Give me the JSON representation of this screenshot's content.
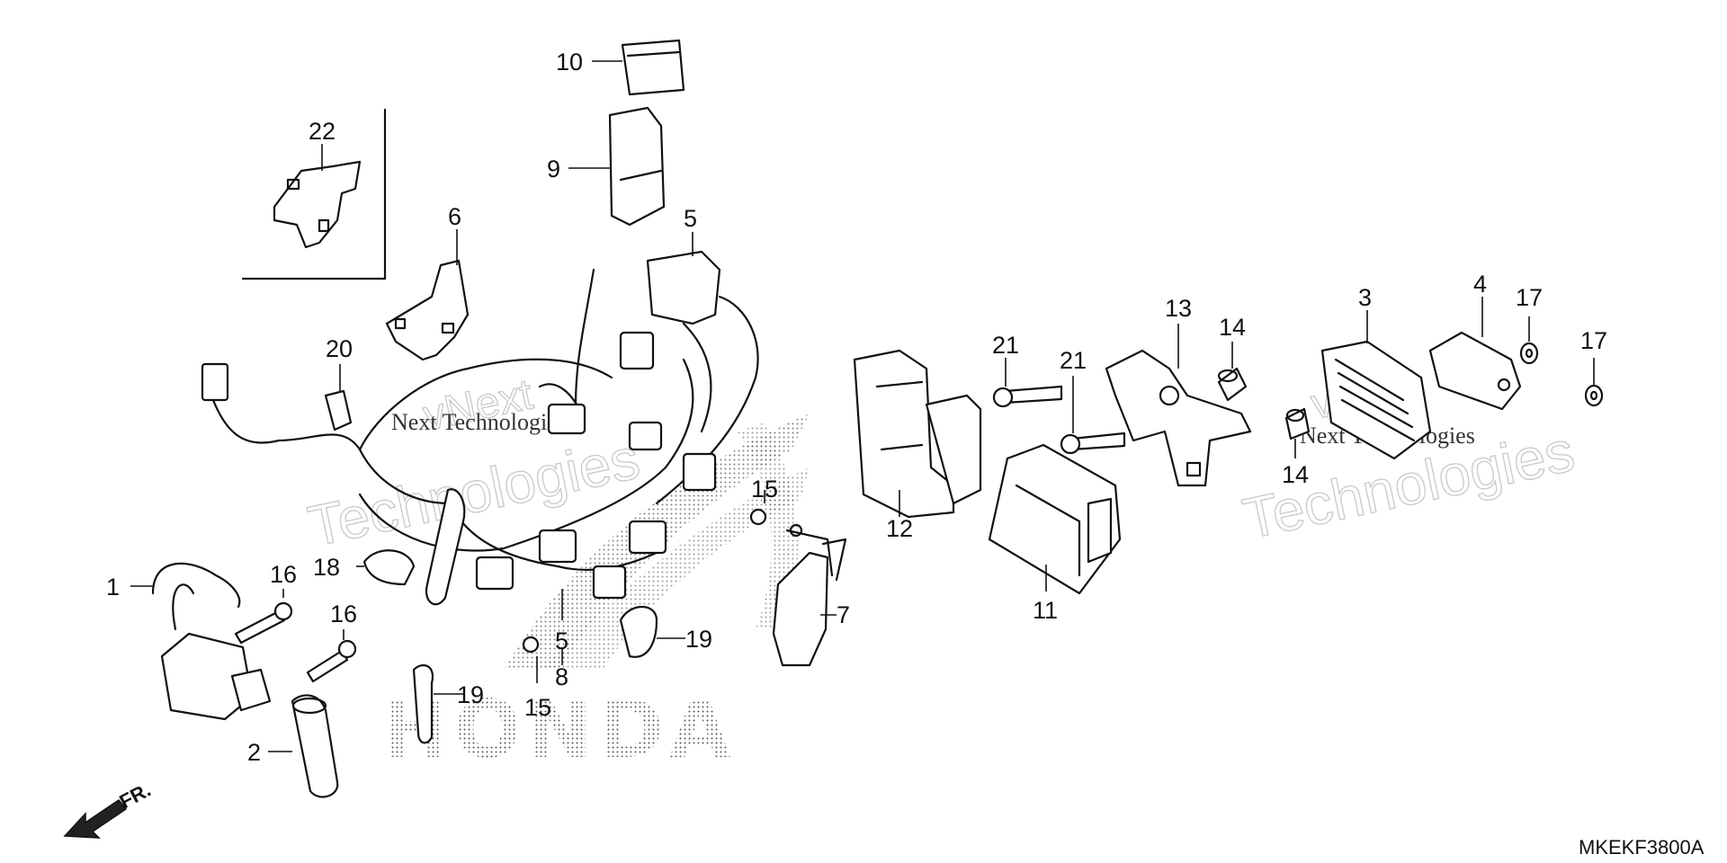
{
  "diagram": {
    "code": "MKEKF3800A",
    "direction_label": "FR.",
    "brand_mark": "HONDA",
    "watermarks": [
      {
        "brand": "vNext",
        "company": "Technologies"
      },
      {
        "brand": "vNext",
        "company": "Technologies"
      }
    ],
    "callouts": [
      {
        "id": "c1",
        "text": "1"
      },
      {
        "id": "c2",
        "text": "2"
      },
      {
        "id": "c3",
        "text": "3"
      },
      {
        "id": "c4",
        "text": "4"
      },
      {
        "id": "c5a",
        "text": "5"
      },
      {
        "id": "c5b",
        "text": "5"
      },
      {
        "id": "c6",
        "text": "6"
      },
      {
        "id": "c7",
        "text": "7"
      },
      {
        "id": "c8",
        "text": "8"
      },
      {
        "id": "c9",
        "text": "9"
      },
      {
        "id": "c10",
        "text": "10"
      },
      {
        "id": "c11",
        "text": "11"
      },
      {
        "id": "c12",
        "text": "12"
      },
      {
        "id": "c13",
        "text": "13"
      },
      {
        "id": "c14a",
        "text": "14"
      },
      {
        "id": "c14b",
        "text": "14"
      },
      {
        "id": "c15a",
        "text": "15"
      },
      {
        "id": "c15b",
        "text": "15"
      },
      {
        "id": "c16a",
        "text": "16"
      },
      {
        "id": "c16b",
        "text": "16"
      },
      {
        "id": "c17a",
        "text": "17"
      },
      {
        "id": "c17b",
        "text": "17"
      },
      {
        "id": "c18",
        "text": "18"
      },
      {
        "id": "c19a",
        "text": "19"
      },
      {
        "id": "c19b",
        "text": "19"
      },
      {
        "id": "c20",
        "text": "20"
      },
      {
        "id": "c21a",
        "text": "21"
      },
      {
        "id": "c21b",
        "text": "21"
      },
      {
        "id": "c22",
        "text": "22"
      }
    ]
  }
}
